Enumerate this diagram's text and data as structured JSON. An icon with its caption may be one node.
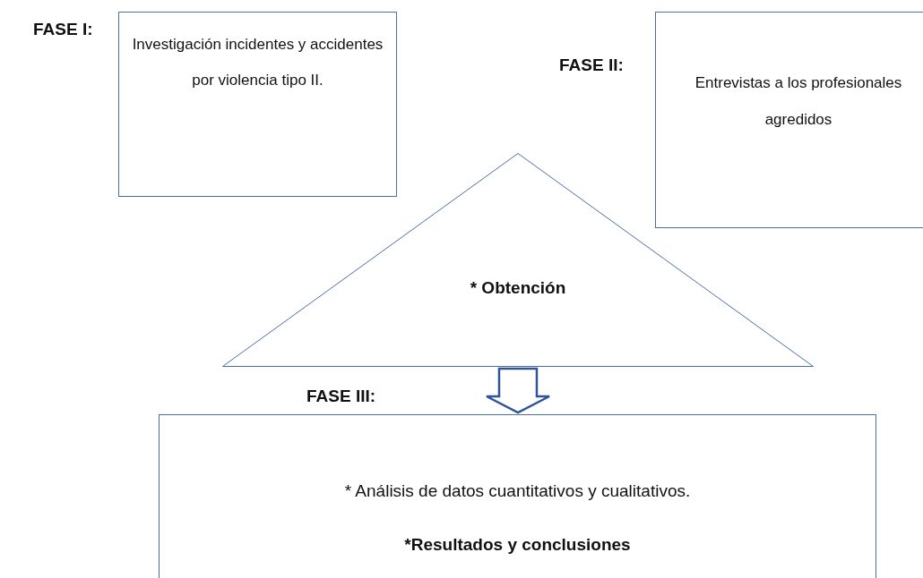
{
  "diagram": {
    "nodes": [
      {
        "text": [
          "FASE I:",
          "Investigación incidentes y accidentes por violencia tipo II."
        ]
      },
      {
        "text": [
          "FASE II:",
          "Entrevistas a los profesionales agredidos"
        ]
      },
      {
        "text": [
          "* Obtención"
        ]
      },
      {
        "text": [
          "FASE III:",
          "* Análisis de datos cuantitativos y cualitativos.",
          "*Resultados y conclusiones"
        ]
      }
    ],
    "edges": [
      {
        "from": 2,
        "to": 3,
        "arrow": "to"
      }
    ]
  }
}
